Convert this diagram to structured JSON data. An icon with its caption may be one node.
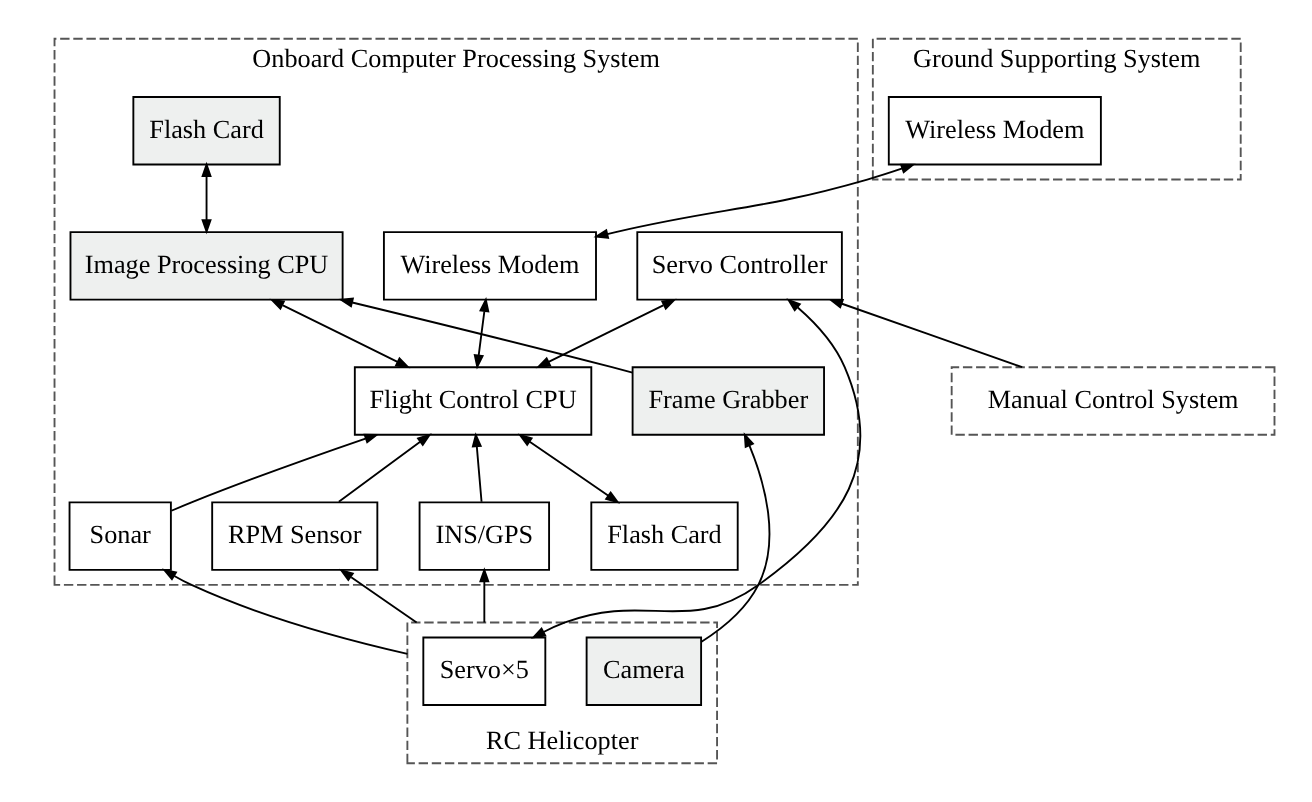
{
  "diagram": {
    "nodes": [
      {
        "text": [
          "Onboard Computer Processing System"
        ]
      },
      {
        "text": [
          "Flash Card"
        ],
        "in": 0
      },
      {
        "text": [
          "Flight Control CPU"
        ],
        "in": 0
      },
      {
        "text": [
          "Image Processing CPU"
        ],
        "in": 0
      },
      {
        "text": [
          "INS/GPS"
        ],
        "in": 0
      },
      {
        "text": [
          "RPM Sensor"
        ],
        "in": 0
      },
      {
        "text": [
          "Sonar"
        ],
        "in": 0
      },
      {
        "text": [
          "Servo Controller"
        ],
        "in": 0
      },
      {
        "text": [
          "Wireless Modem"
        ],
        "in": 0
      },
      {
        "text": [
          "Frame Grabber"
        ],
        "in": 0
      },
      {
        "text": [
          "Flash Card"
        ],
        "in": 0
      },
      {
        "text": [
          "RC Helicopter"
        ]
      },
      {
        "text": [
          "Servo×5"
        ],
        "in": 11
      },
      {
        "text": [
          "Camera"
        ],
        "in": 11
      },
      {
        "text": [
          "Manual Control System"
        ]
      },
      {
        "text": [
          "Ground Supporting System"
        ]
      },
      {
        "text": [
          "Wireless Modem"
        ],
        "in": 15
      }
    ],
    "edges": [
      {
        "from": 1,
        "to": 2,
        "arrow": "both"
      },
      {
        "from": 2,
        "to": 3,
        "arrow": "both"
      },
      {
        "from": 4,
        "to": 2,
        "arrow": "to"
      },
      {
        "from": 5,
        "to": 2,
        "arrow": "to"
      },
      {
        "from": 6,
        "to": 2,
        "arrow": "to"
      },
      {
        "from": 2,
        "to": 7,
        "arrow": "both"
      },
      {
        "from": 2,
        "to": 8,
        "arrow": "both"
      },
      {
        "from": 9,
        "to": 3,
        "arrow": "to"
      },
      {
        "from": 3,
        "to": 10,
        "arrow": "both"
      },
      {
        "from": 11,
        "to": 4,
        "arrow": "to"
      },
      {
        "from": 11,
        "to": 5,
        "arrow": "to"
      },
      {
        "from": 11,
        "to": 6,
        "arrow": "to"
      },
      {
        "from": 7,
        "to": 12,
        "arrow": "both"
      },
      {
        "from": 14,
        "to": 7,
        "arrow": "to"
      },
      {
        "from": 8,
        "to": 16,
        "arrow": "both"
      },
      {
        "from": 13,
        "to": 9,
        "arrow": "to"
      }
    ]
  }
}
